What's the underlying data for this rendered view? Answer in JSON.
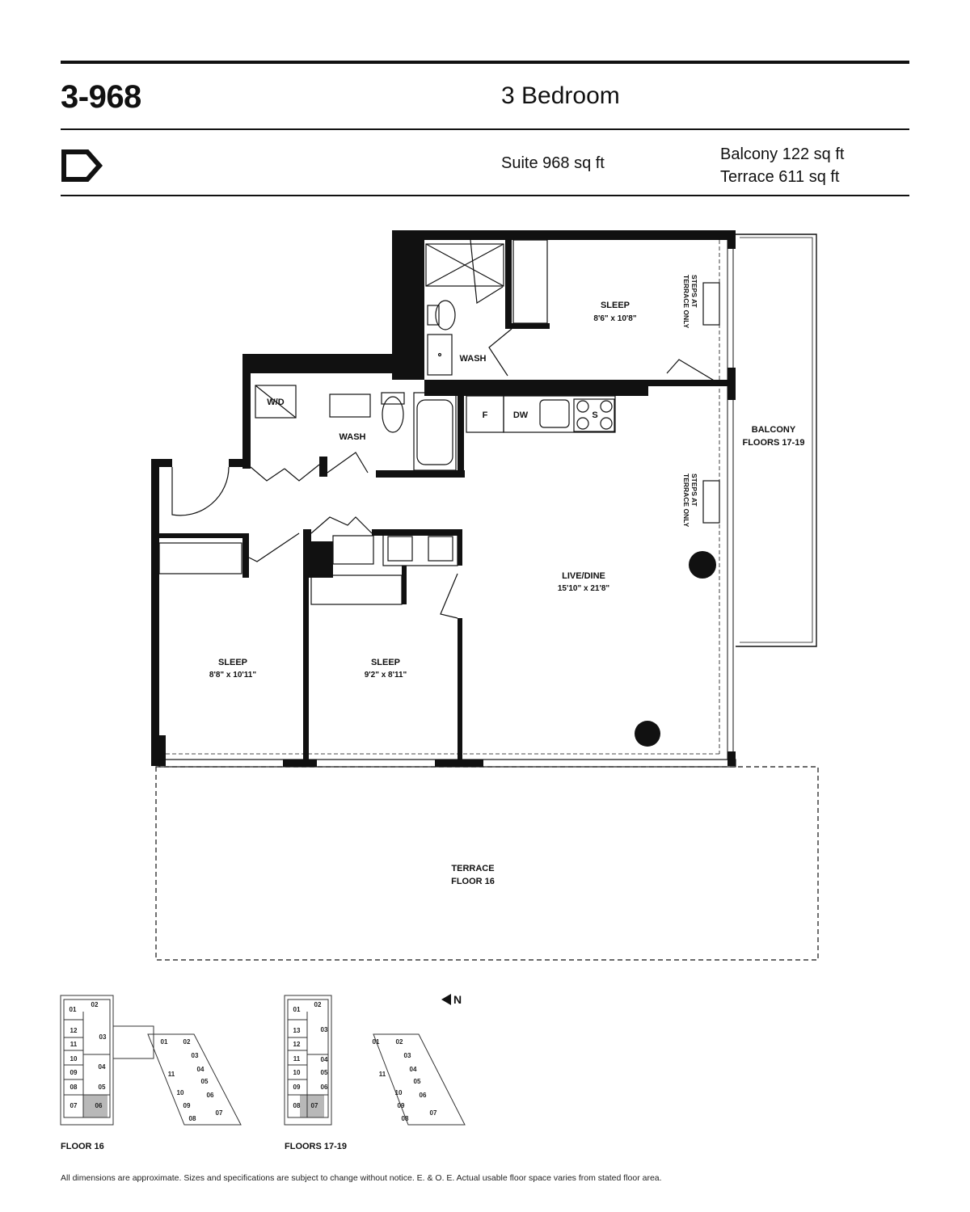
{
  "header": {
    "unit_code": "3-968",
    "unit_type": "3 Bedroom",
    "suite_area": "Suite 968 sq ft",
    "balcony_area": "Balcony 122 sq ft",
    "terrace_area": "Terrace 611 sq ft",
    "logo_letter": "D"
  },
  "plan": {
    "rooms": [
      {
        "name": "SLEEP",
        "dims": "8'6\" x 10'8\""
      },
      {
        "name": "SLEEP",
        "dims": "8'8\" x 10'11\""
      },
      {
        "name": "SLEEP",
        "dims": "9'2\" x 8'11\""
      },
      {
        "name": "LIVE/DINE",
        "dims": "15'10\" x 21'8\""
      }
    ],
    "wash_1": "WASH",
    "wash_2": "WASH",
    "laundry": "W/D",
    "fridge": "F",
    "dishwasher": "DW",
    "stove": "S",
    "steps_line1": "STEPS AT",
    "steps_line2": "TERRACE ONLY",
    "balcony_line1": "BALCONY",
    "balcony_line2": "FLOORS 17-19",
    "terrace_line1": "TERRACE",
    "terrace_line2": "FLOOR 16"
  },
  "keyplans": {
    "north": "N",
    "floor16_label": "FLOOR 16",
    "floors17_label": "FLOORS 17-19",
    "floor16_left": [
      "01",
      "02",
      "12",
      "11",
      "03",
      "10",
      "04",
      "09",
      "08",
      "05",
      "07",
      "06"
    ],
    "floor16_right": [
      "01",
      "02",
      "03",
      "11",
      "04",
      "05",
      "10",
      "06",
      "09",
      "08",
      "07"
    ],
    "floors17_left": [
      "01",
      "02",
      "13",
      "03",
      "12",
      "11",
      "04",
      "10",
      "05",
      "09",
      "06",
      "08",
      "07"
    ],
    "floors17_right": [
      "01",
      "02",
      "03",
      "11",
      "04",
      "05",
      "10",
      "06",
      "09",
      "08",
      "07"
    ],
    "highlight_color": "#b8b8b8"
  },
  "disclaimer": "All dimensions are approximate. Sizes and specifications are subject to change without notice. E. & O. E. Actual usable floor space varies from stated floor area."
}
